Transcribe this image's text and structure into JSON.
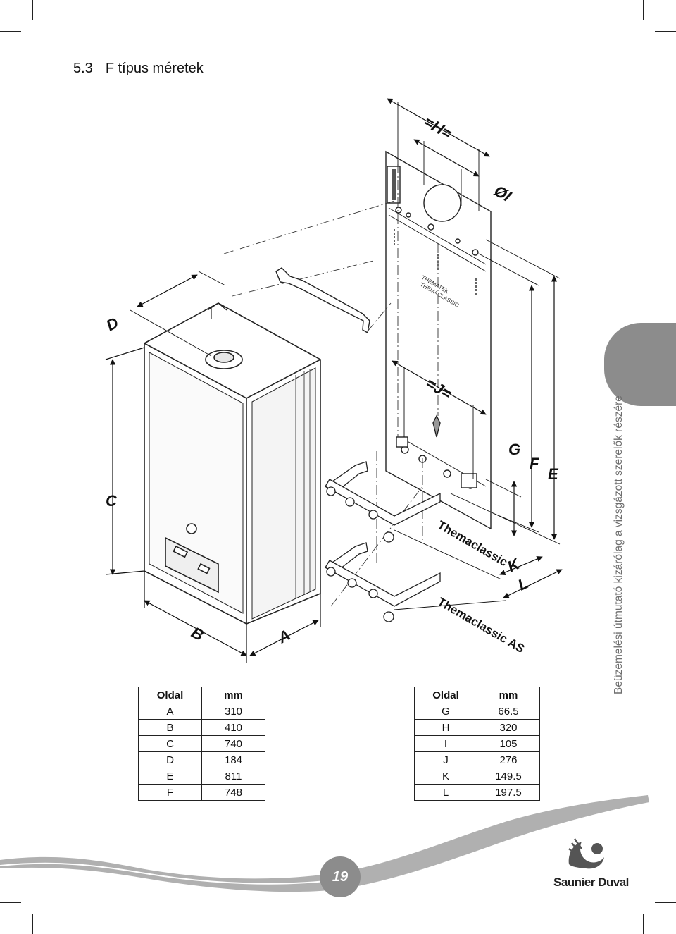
{
  "heading": {
    "number": "5.3",
    "title": "F típus méretek"
  },
  "labels": {
    "A": "A",
    "B": "B",
    "C": "C",
    "D": "D",
    "E": "E",
    "F": "F",
    "G": "G",
    "H": "=H=",
    "I": "ØI",
    "J": "=J=",
    "K": "K",
    "L": "L"
  },
  "models": {
    "themaclassic": "Themaclassic",
    "themaclassic_as": "Themaclassic AS"
  },
  "table_left": {
    "headers": [
      "Oldal",
      "mm"
    ],
    "rows": [
      [
        "A",
        "310"
      ],
      [
        "B",
        "410"
      ],
      [
        "C",
        "740"
      ],
      [
        "D",
        "184"
      ],
      [
        "E",
        "811"
      ],
      [
        "F",
        "748"
      ]
    ]
  },
  "table_right": {
    "headers": [
      "Oldal",
      "mm"
    ],
    "rows": [
      [
        "G",
        "66.5"
      ],
      [
        "H",
        "320"
      ],
      [
        "I",
        "105"
      ],
      [
        "J",
        "276"
      ],
      [
        "K",
        "149.5"
      ],
      [
        "L",
        "197.5"
      ]
    ]
  },
  "side_text": "Beüzemelési útmutató kizárólag a vizsgázott szerelők részére",
  "page_number": "19",
  "brand": "Saunier Duval"
}
